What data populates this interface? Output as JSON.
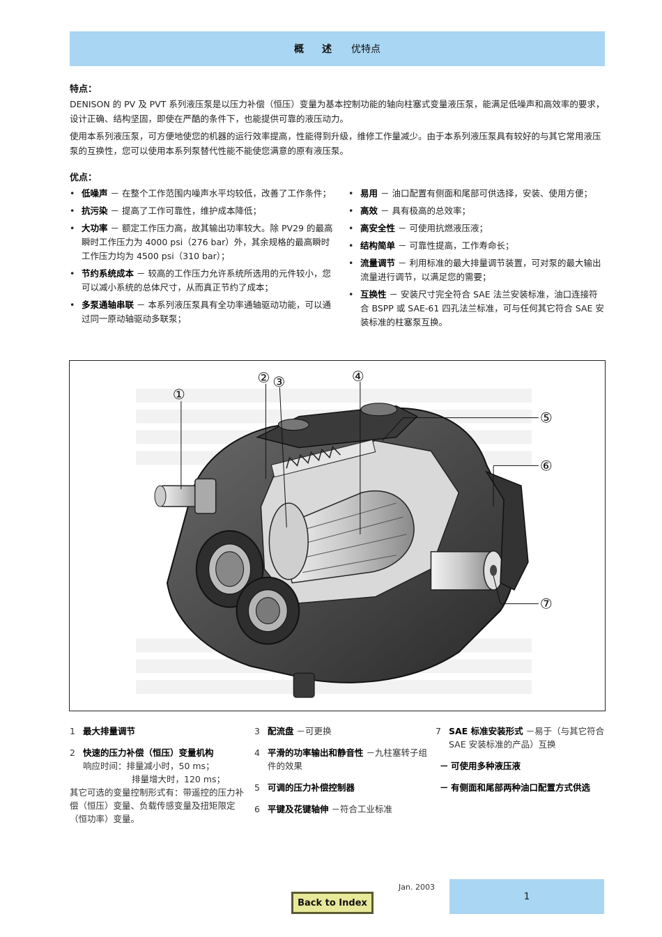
{
  "header": {
    "title_a": "概",
    "title_b": "述",
    "subtitle": "优特点"
  },
  "features": {
    "title": "特点：",
    "para1": "DENISON 的 PV 及 PVT 系列液压泵是以压力补偿（恒压）变量为基本控制功能的轴向柱塞式变量液压泵，能满足低噪声和高效率的要求，设计正确、结构坚固，即使在严酷的条件下，也能提供可靠的液压动力。",
    "para2": "使用本系列液压泵，可方便地使您的机器的运行效率提高，性能得到升级，维修工作量减少。由于本系列液压泵具有较好的与其它常用液压泵的互换性，您可以使用本系列泵替代性能不能使您满意的原有液压泵。"
  },
  "advantages": {
    "title": "优点：",
    "left": [
      {
        "term": "低噪声",
        "desc": "在整个工作范围内噪声水平均较低，改善了工作条件；"
      },
      {
        "term": "抗污染",
        "desc": "提高了工作可靠性，维护成本降低；"
      },
      {
        "term": "大功率",
        "desc": "额定工作压力高，故其输出功率较大。除 PV29 的最高瞬时工作压力为 4000 psi（276 bar）外，其余规格的最高瞬时工作压力均为 4500 psi（310 bar）；"
      },
      {
        "term": "节约系统成本",
        "desc": "较高的工作压力允许系统所选用的元件较小，您可以减小系统的总体尺寸，从而真正节约了成本；"
      },
      {
        "term": "多泵通轴串联",
        "desc": "本系列液压泵具有全功率通轴驱动功能，可以通过同一原动轴驱动多联泵；"
      }
    ],
    "right": [
      {
        "term": "易用",
        "desc": "油口配置有侧面和尾部可供选择，安装、使用方便；"
      },
      {
        "term": "高效",
        "desc": "具有极高的总效率；"
      },
      {
        "term": "高安全性",
        "desc": "可使用抗燃液压液；"
      },
      {
        "term": "结构简单",
        "desc": "可靠性提高，工作寿命长；"
      },
      {
        "term": "流量调节",
        "desc": "利用标准的最大排量调节装置，可对泵的最大输出流量进行调节，以满足您的需要；"
      },
      {
        "term": "互换性",
        "desc": "安装尺寸完全符合 SAE 法兰安装标准，油口连接符合 BSPP 或 SAE-61 四孔法兰标准，可与任何其它符合 SAE 安装标准的柱塞泵互换。"
      }
    ],
    "bullet": "•",
    "dash": "－"
  },
  "figure": {
    "callouts": [
      "①",
      "②",
      "③",
      "④",
      "⑤",
      "⑥",
      "⑦"
    ]
  },
  "captions": {
    "c1": {
      "num": "1",
      "term": "最大排量调节"
    },
    "c2": {
      "num": "2",
      "term": "快速的压力补偿（恒压）变量机构",
      "line1": "响应时间：排量减小时，50 ms；",
      "line2": "排量增大时，120 ms；",
      "line3": "其它可选的变量控制形式有：带遥控的压力补偿（恒压）变量、负载传感变量及扭矩限定（恒功率）变量。"
    },
    "c3": {
      "num": "3",
      "term": "配流盘",
      "desc": "－可更换"
    },
    "c4": {
      "num": "4",
      "term": "平滑的功率输出和静音性",
      "desc": "－九柱塞转子组件的效果"
    },
    "c5": {
      "num": "5",
      "term": "可调的压力补偿控制器"
    },
    "c6": {
      "num": "6",
      "term": "平键及花键轴伸",
      "desc": "－符合工业标准"
    },
    "c7": {
      "num": "7",
      "term": "SAE 标准安装形式",
      "desc": "－易于（与其它符合 SAE 安装标准的产品）互换"
    },
    "d1": {
      "dash": "－",
      "text": "可使用多种液压液"
    },
    "d2": {
      "dash": "－",
      "text": "有侧面和尾部两种油口配置方式供选"
    }
  },
  "footer": {
    "date": "Jan. 2003",
    "page": "1",
    "back_label": "Back to Index"
  }
}
